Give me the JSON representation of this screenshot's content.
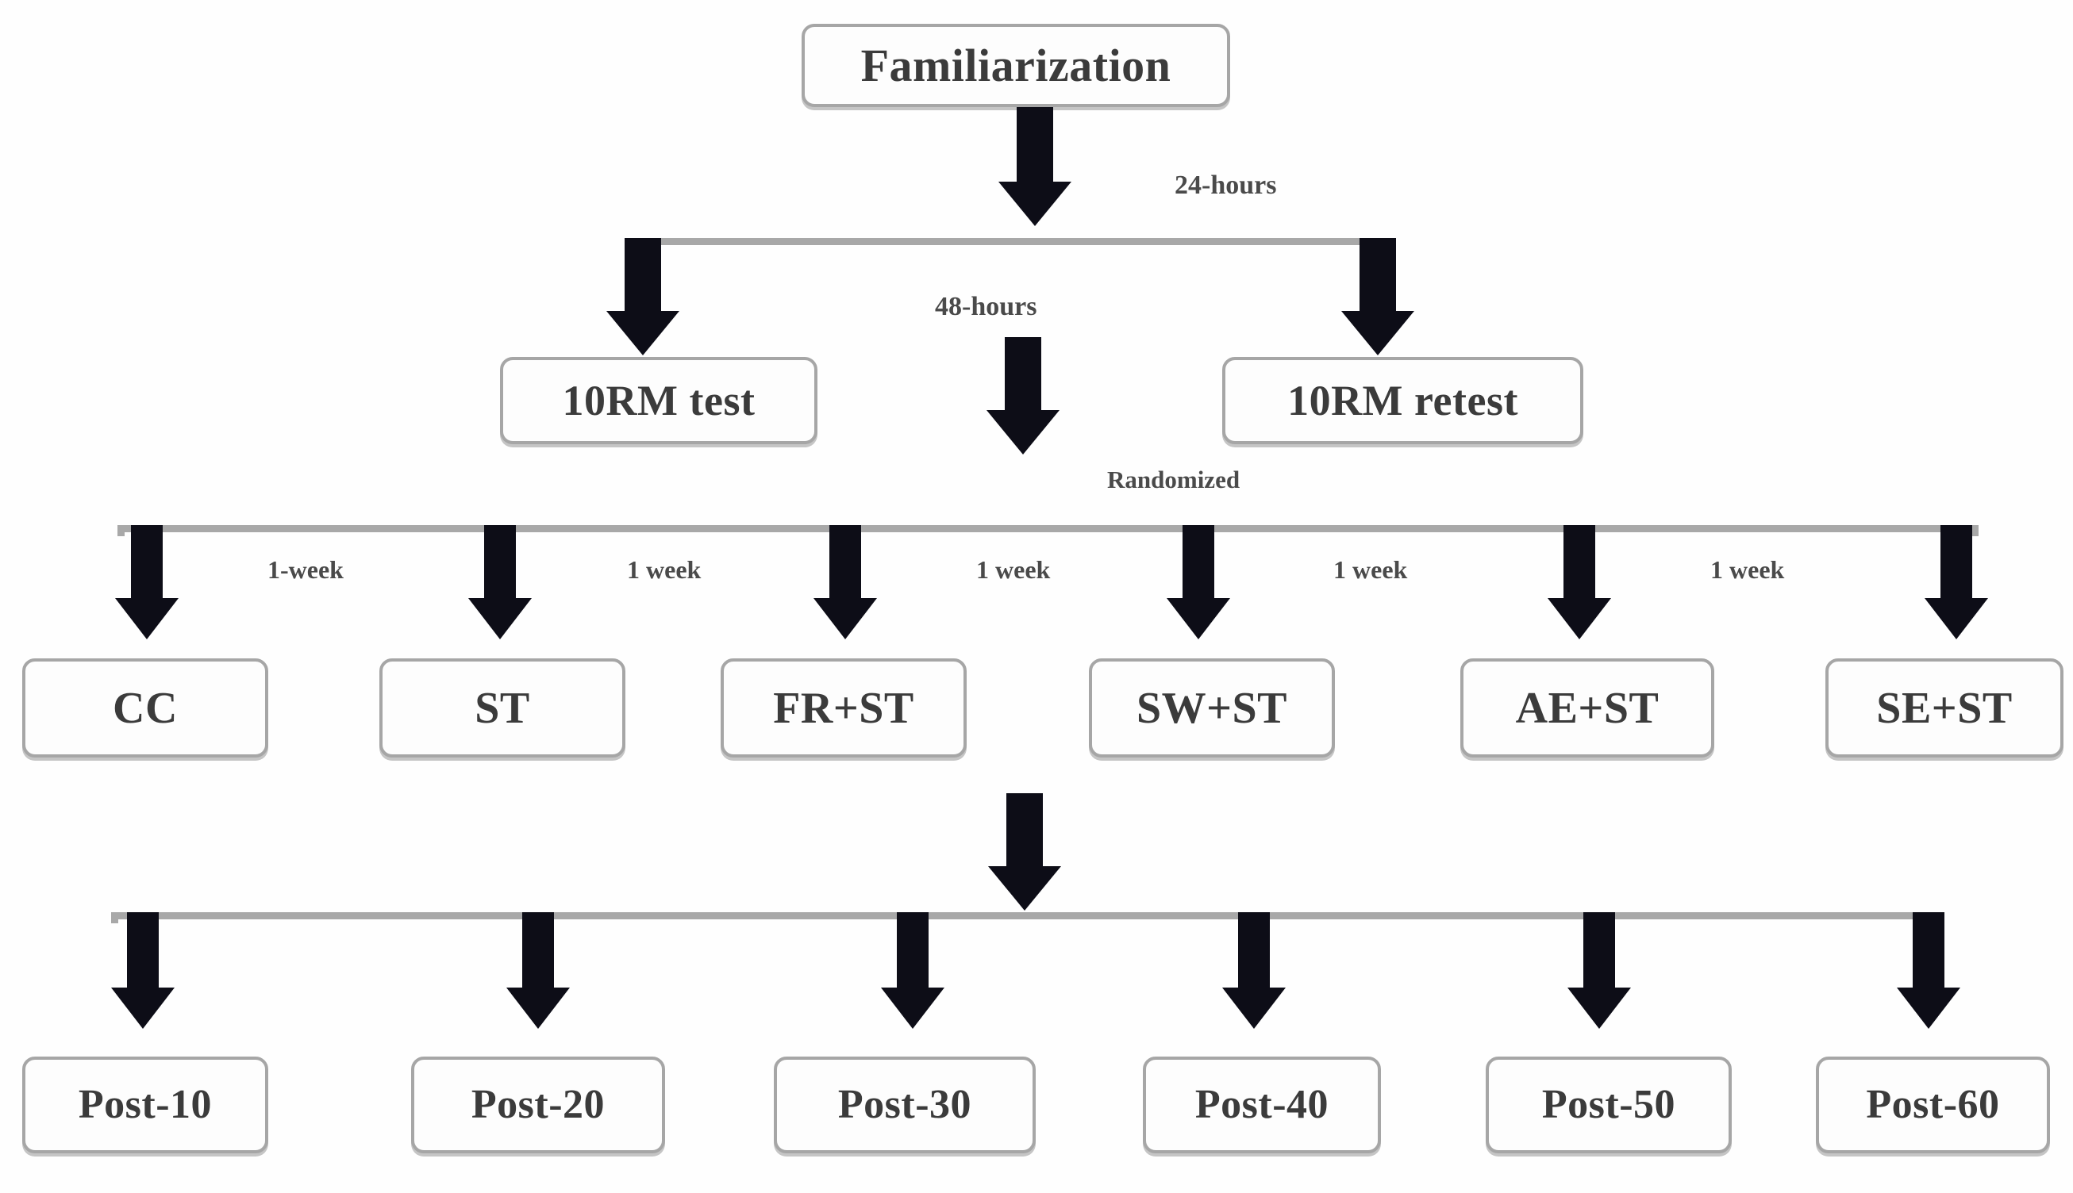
{
  "diagram": {
    "title_node": {
      "label": "Familiarization"
    },
    "level2": {
      "nodes": [
        {
          "label": "10RM test"
        },
        {
          "label": "10RM retest"
        }
      ],
      "captions": [
        {
          "label": "24-hours"
        },
        {
          "label": "48-hours"
        }
      ]
    },
    "randomization": {
      "caption": "Randomized"
    },
    "interventions": {
      "nodes": [
        {
          "label": "CC"
        },
        {
          "label": "ST"
        },
        {
          "label": "FR+ST"
        },
        {
          "label": "SW+ST"
        },
        {
          "label": "AE+ST"
        },
        {
          "label": "SE+ST"
        }
      ],
      "captions": [
        {
          "label": "1-week"
        },
        {
          "label": "1 week"
        },
        {
          "label": "1 week"
        },
        {
          "label": "1 week"
        },
        {
          "label": "1 week"
        }
      ]
    },
    "outcomes": {
      "nodes": [
        {
          "label": "Post-10"
        },
        {
          "label": "Post-20"
        },
        {
          "label": "Post-30"
        },
        {
          "label": "Post-40"
        },
        {
          "label": "Post-50"
        },
        {
          "label": "Post-60"
        }
      ]
    },
    "colors": {
      "box_border": "#a6a6a6",
      "box_fill": "#fdfdfd",
      "text": "#3b3b3b",
      "arrow": "#0d0d17",
      "line": "#a8a8a8",
      "background": "#ffffff"
    }
  }
}
